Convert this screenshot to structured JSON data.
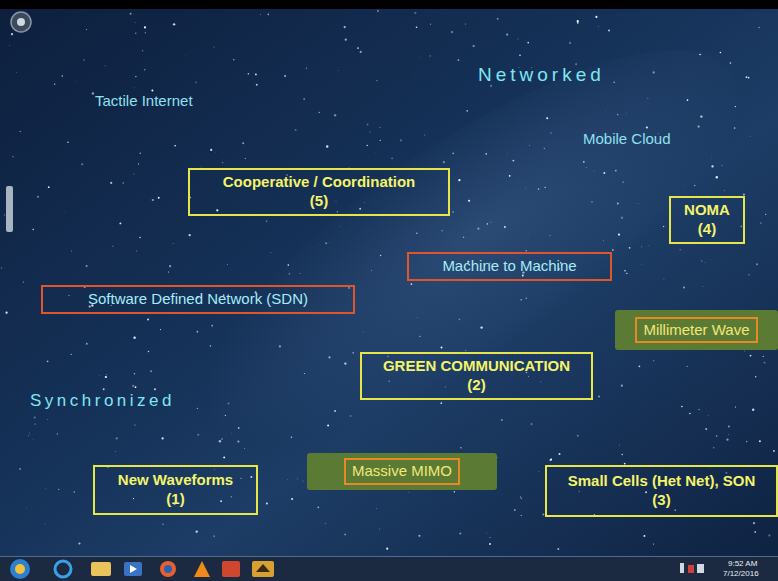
{
  "diagram": {
    "nodes": [
      {
        "text": [
          "Cooperative / Coordination (5)"
        ]
      },
      {
        "text": [
          "NOMA (4)"
        ]
      },
      {
        "text": [
          "Machine to Machine"
        ]
      },
      {
        "text": [
          "Software Defined Network (SDN)"
        ]
      },
      {
        "text": [
          "Millimeter Wave"
        ]
      },
      {
        "text": [
          "GREEN COMMUNICATION (2)"
        ]
      },
      {
        "text": [
          "New Waveforms (1)"
        ]
      },
      {
        "text": [
          "Massive MIMO"
        ]
      },
      {
        "text": [
          "Small Cells (Het Net), SON (3)"
        ]
      }
    ],
    "labels": [
      "Tactile Internet",
      "Networked",
      "Mobile Cloud",
      "Synchronized",
      "9:52 AM",
      "7/12/2016"
    ]
  }
}
